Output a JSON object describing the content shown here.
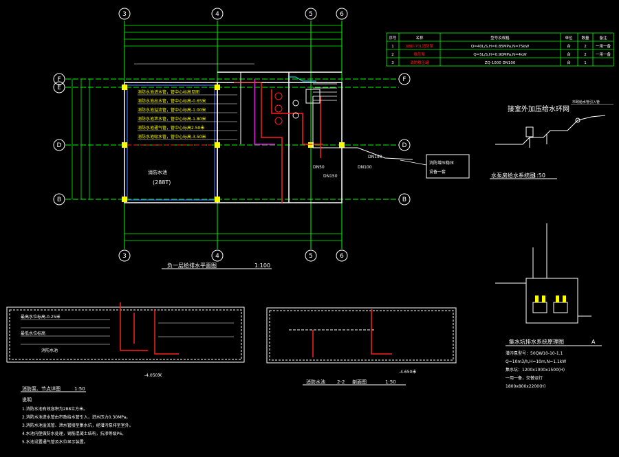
{
  "colors": {
    "background": "#000000",
    "grid_axis": "#00ff00",
    "wall": "#ffffff",
    "pipe_red": "#ff2020",
    "pipe_magenta": "#ff00ff",
    "pipe_blue": "#3b6bff",
    "text_white": "#ffffff",
    "text_yellow": "#ffff00",
    "dim_green": "#00ff00",
    "accent_cyan": "#00ffff",
    "column_yellow": "#ffff00"
  },
  "axes": {
    "top": [
      "3",
      "4",
      "5",
      "6"
    ],
    "bottom": [
      "3",
      "4",
      "5",
      "6"
    ],
    "left": [
      "F",
      "E",
      "D",
      "B"
    ],
    "right": [
      "F",
      "D",
      "B"
    ]
  },
  "plan": {
    "title": "负一层给排水平面图",
    "scale": "1:100",
    "pool_label": "消防水池",
    "pool_volume": "(288T)",
    "equipment_box_lines": [
      "消防增压稳压",
      "设备一套"
    ],
    "notes": [
      "消防水池进水管，管中心标高见图",
      "消防水池出水管，管中心标高-0.65米",
      "消防水池溢流管，管中心标高-1.00米",
      "消防水池泄水管，管中心标高-1.80米",
      "消防水池通气管，管中心标高2.50米",
      "消防水池吸水管，管中心标高-3.50米"
    ],
    "pipe_labels": [
      "DN150",
      "DN100",
      "DN50",
      "DN150"
    ]
  },
  "equipment_table": {
    "headers": [
      "序号",
      "名称",
      "型号及规格",
      "单位",
      "数量",
      "备注"
    ],
    "rows": [
      [
        "1",
        "XBD-70L消防泵",
        "Q=40L/S,H=0.85MPa,N=75kW",
        "台",
        "2",
        "一用一备"
      ],
      [
        "2",
        "稳压泵",
        "Q=5L/S,H=0.90MPa,N=4kW",
        "台",
        "2",
        "一用一备"
      ],
      [
        "3",
        "消防稳压罐",
        "ZQ-1000 DN100",
        "台",
        "1",
        ""
      ]
    ]
  },
  "network": {
    "heading": "接室外加压给水环网",
    "caption": "水泵房给水系统图",
    "scale": "1:50",
    "callout": "市政给水管引入管"
  },
  "detail": {
    "title": "消防泵、节点详图",
    "scale": "1:50",
    "labels": [
      "最高水位标高-0.25米",
      "最低水位标高",
      "消防水池",
      "-4.050米"
    ]
  },
  "section": {
    "title": "消防水池",
    "section_name": "2-2",
    "subtitle": "剖面图",
    "scale": "1:50",
    "level": "-4.650米"
  },
  "pump_system": {
    "title": "集水坑排水系统原理图",
    "suffix": "A",
    "specs": [
      "潜污泵型号：50QW10-10-1.1",
      "Q=10m3/h,H=10m,N=1.1kW",
      "集水坑：1200x1000x1500(H)",
      "一用一备，交替运行",
      "1800x800x2200(H)"
    ]
  },
  "notes": {
    "heading": "说明",
    "items": [
      "1.消防水池有效容积为288立方米。",
      "2.消防水池进水管由市政给水管引入，进水压力0.30MPa。",
      "3.消防水池溢流管、泄水管接至集水坑，经潜污泵排至室外。",
      "4.水池内壁做防水处理，钢筋混凝土结构，抗渗等级P6。",
      "5.水池设置通气管及水位显示装置。"
    ]
  }
}
